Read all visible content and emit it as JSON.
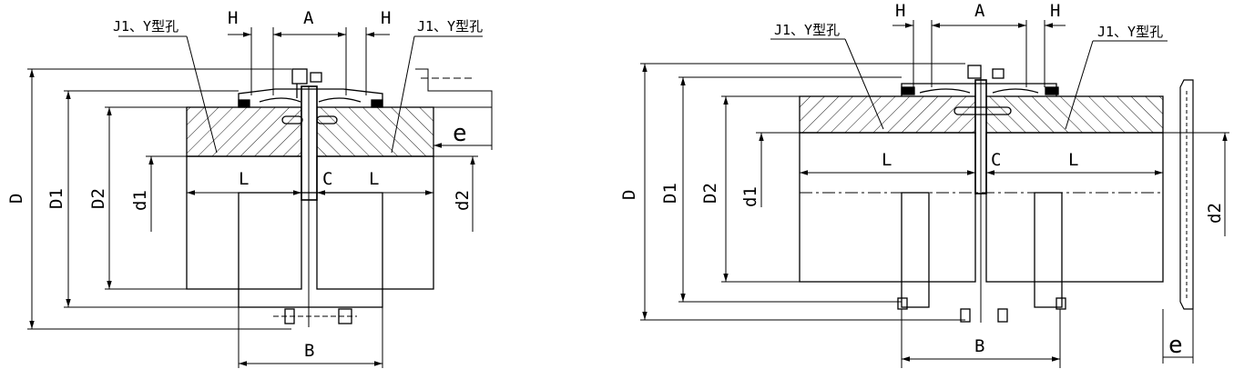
{
  "left_view": {
    "labels": {
      "J_left": "J1、Y型孔",
      "J_right": "J1、Y型孔",
      "H_left": "H",
      "H_right": "H",
      "A": "A",
      "D": "D",
      "D1": "D1",
      "D2": "D2",
      "d1": "d1",
      "d2": "d2",
      "L_left": "L",
      "L_right": "L",
      "C": "C",
      "B": "B",
      "e": "e"
    }
  },
  "right_view": {
    "labels": {
      "J_left": "J1、Y型孔",
      "J_right": "J1、Y型孔",
      "H_left": "H",
      "H_right": "H",
      "A": "A",
      "D": "D",
      "D1": "D1",
      "D2": "D2",
      "d1": "d1",
      "d2": "d2",
      "L_left": "L",
      "L_right": "L",
      "C": "C",
      "B": "B",
      "e": "e"
    }
  }
}
